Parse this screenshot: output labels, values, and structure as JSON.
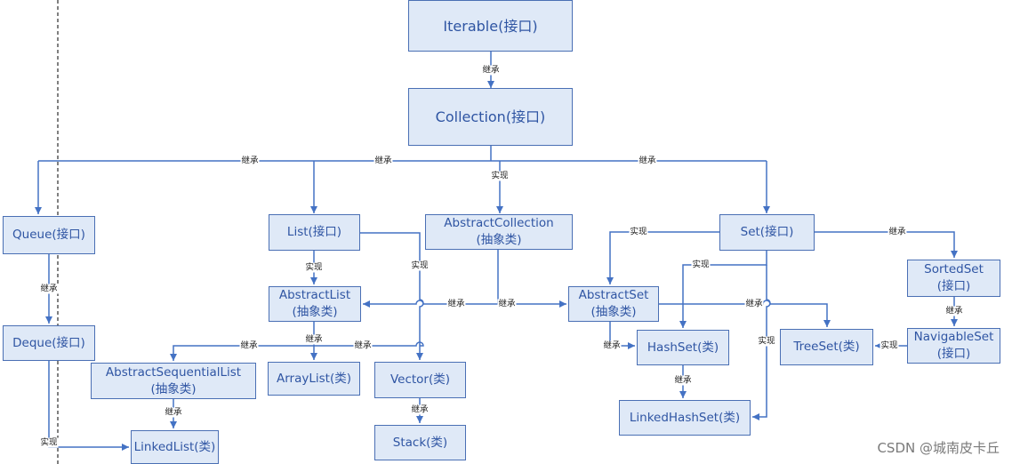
{
  "nodes": {
    "iterable": {
      "line1": "Iterable(接口)"
    },
    "collection": {
      "line1": "Collection(接口)"
    },
    "queue": {
      "line1": "Queue(接口)"
    },
    "deque": {
      "line1": "Deque(接口)"
    },
    "list": {
      "line1": "List(接口)"
    },
    "abstract_collection": {
      "line1": "AbstractCollection",
      "line2": "(抽象类)"
    },
    "set": {
      "line1": "Set(接口)"
    },
    "sorted_set": {
      "line1": "SortedSet",
      "line2": "(接口)"
    },
    "abstract_list": {
      "line1": "AbstractList",
      "line2": "(抽象类)"
    },
    "abstract_set": {
      "line1": "AbstractSet",
      "line2": "(抽象类)"
    },
    "navigable_set": {
      "line1": "NavigableSet",
      "line2": "(接口)"
    },
    "abstract_sequential_list": {
      "line1": "AbstractSequentialList",
      "line2": "(抽象类)"
    },
    "array_list": {
      "line1": "ArrayList(类)"
    },
    "vector": {
      "line1": "Vector(类)"
    },
    "hash_set": {
      "line1": "HashSet(类)"
    },
    "tree_set": {
      "line1": "TreeSet(类)"
    },
    "linked_list": {
      "line1": "LinkedList(类)"
    },
    "stack": {
      "line1": "Stack(类)"
    },
    "linked_hash_set": {
      "line1": "LinkedHashSet(类)"
    }
  },
  "edge_labels": {
    "inherit": "继承",
    "implement": "实现"
  },
  "watermark": "CSDN @城南皮卡丘",
  "colors": {
    "node_fill": "#dfe9f7",
    "node_border": "#4a6fb4",
    "node_text": "#2f55a3",
    "edge": "#4472c4"
  }
}
